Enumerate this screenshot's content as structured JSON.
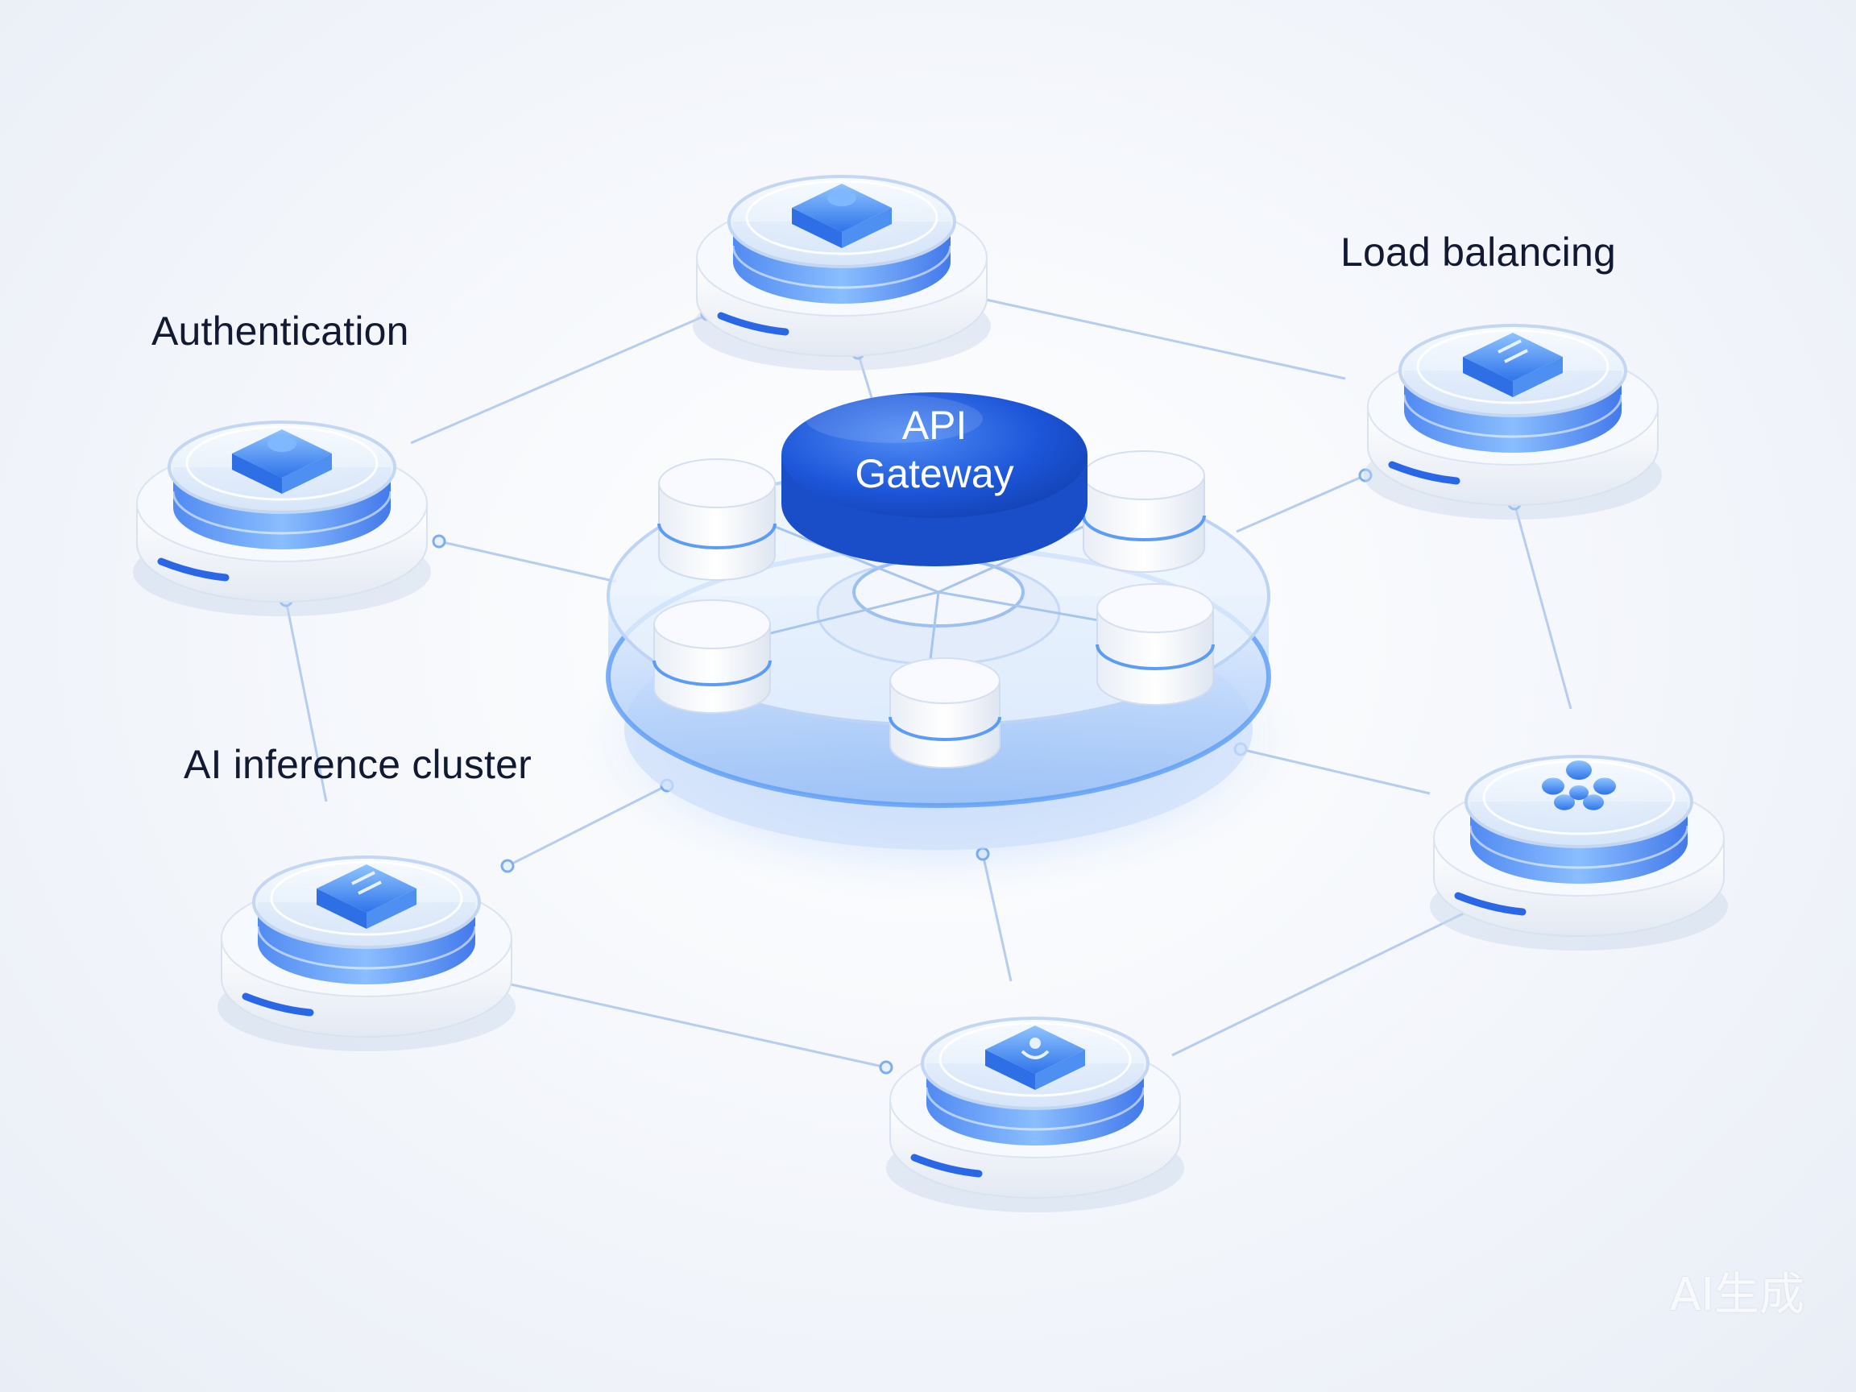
{
  "diagram": {
    "center_node": {
      "line1": "API",
      "line2": "Gateway"
    },
    "labels": {
      "authentication": "Authentication",
      "load_balancing": "Load balancing",
      "ai_inference_cluster": "AI inference cluster"
    },
    "nodes": [
      {
        "id": "top",
        "icon": "cube-icon"
      },
      {
        "id": "authentication",
        "icon": "cube-icon"
      },
      {
        "id": "load-balancing",
        "icon": "list-icon"
      },
      {
        "id": "ai-inference",
        "icon": "list-icon"
      },
      {
        "id": "right",
        "icon": "cluster-icon"
      },
      {
        "id": "bottom",
        "icon": "user-icon"
      }
    ],
    "colors": {
      "accent": "#1f5fe0",
      "accent_light": "#6fb0ff",
      "disc": "#eef3fb",
      "line": "#a9c6f0",
      "text": "#121a33"
    }
  },
  "watermark": "AI生成"
}
